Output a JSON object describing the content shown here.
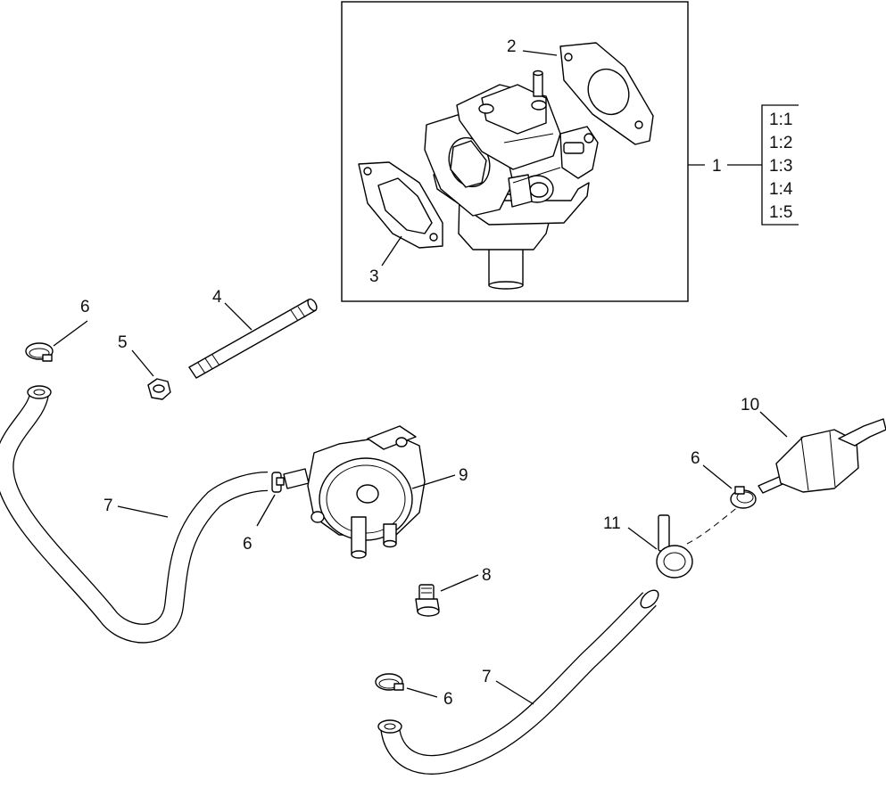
{
  "callouts": {
    "c1": "1",
    "c2": "2",
    "c3": "3",
    "c4": "4",
    "c5": "5",
    "c6a": "6",
    "c6b": "6",
    "c6c": "6",
    "c6d": "6",
    "c7a": "7",
    "c7b": "7",
    "c8": "8",
    "c9": "9",
    "c10": "10",
    "c11": "11"
  },
  "kit_items": [
    "1:1",
    "1:2",
    "1:3",
    "1:4",
    "1:5"
  ]
}
